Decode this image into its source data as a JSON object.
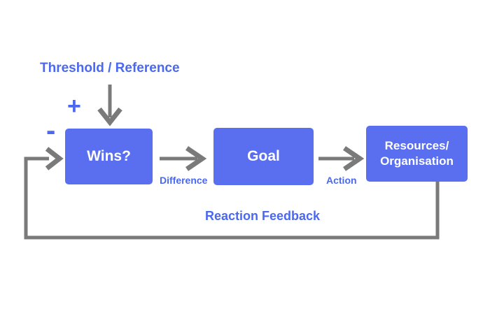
{
  "diagram": {
    "threshold_label": "Threshold / Reference",
    "plus_sign": "+",
    "minus_sign": "-",
    "nodes": {
      "wins": "Wins?",
      "goal": "Goal",
      "resources_line1": "Resources/",
      "resources_line2": "Organisation"
    },
    "edge_labels": {
      "difference": "Difference",
      "action": "Action",
      "feedback": "Reaction Feedback"
    },
    "colors": {
      "box_fill": "#5a6ff0",
      "box_text": "#ffffff",
      "accent_text": "#4a68f0",
      "arrow": "#7a7a7a",
      "background": "#ffffff"
    }
  }
}
